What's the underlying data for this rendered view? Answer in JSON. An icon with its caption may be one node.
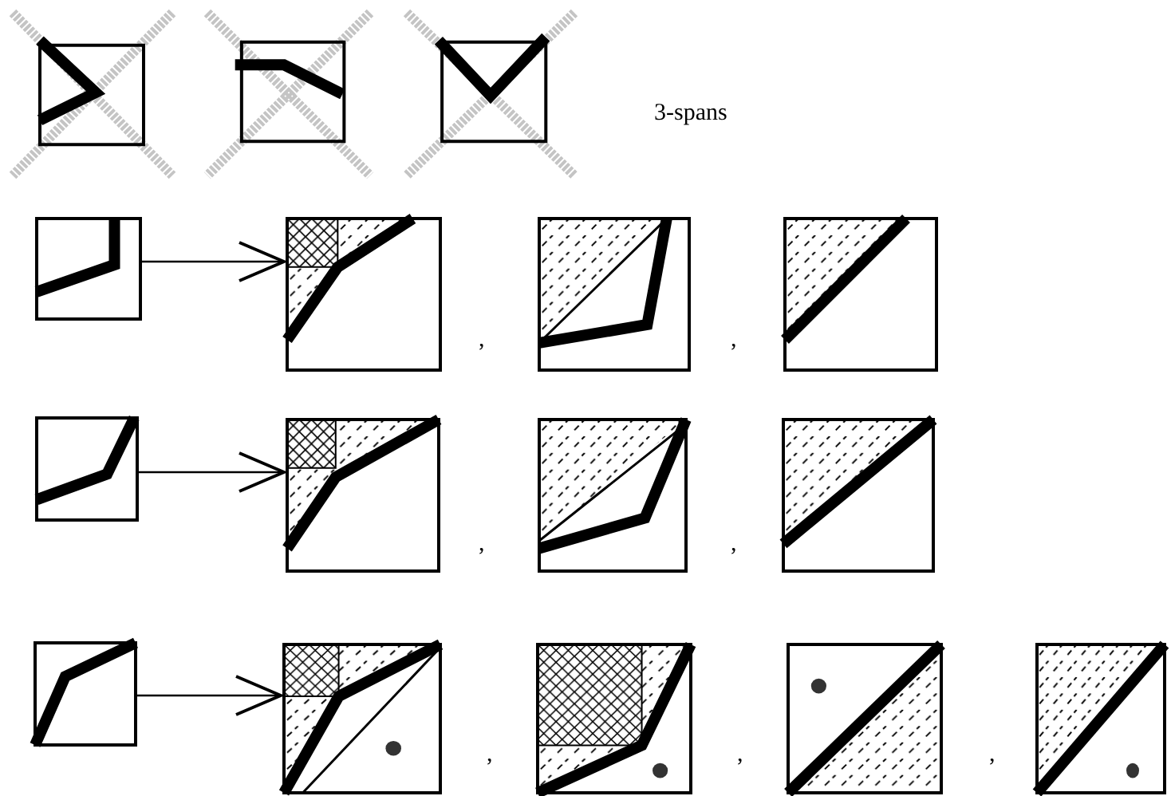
{
  "diagram": {
    "nodes": [
      {
        "text": [],
        "shape": "box"
      },
      {
        "text": [],
        "shape": "box"
      },
      {
        "text": [],
        "shape": "box"
      },
      {
        "text": [],
        "shape": "box"
      },
      {
        "text": [],
        "shape": "box"
      },
      {
        "text": [],
        "shape": "box"
      },
      {
        "text": [],
        "shape": "box"
      },
      {
        "text": [],
        "shape": "box"
      },
      {
        "text": [],
        "shape": "box"
      },
      {
        "text": [],
        "shape": "box"
      },
      {
        "text": [],
        "shape": "box"
      },
      {
        "text": [],
        "shape": "box"
      },
      {
        "text": [],
        "shape": "box"
      },
      {
        "text": [],
        "shape": "box"
      },
      {
        "text": [],
        "shape": "box"
      },
      {
        "text": [],
        "shape": "box"
      }
    ],
    "edges": [
      {
        "from": 3,
        "to": 4,
        "arrow": "to"
      },
      {
        "from": 7,
        "to": 8,
        "arrow": "to"
      },
      {
        "from": 11,
        "to": 12,
        "arrow": "to"
      }
    ],
    "labels": [
      "3-spans",
      ",",
      ",",
      ",",
      ",",
      ",",
      ",",
      ","
    ]
  }
}
